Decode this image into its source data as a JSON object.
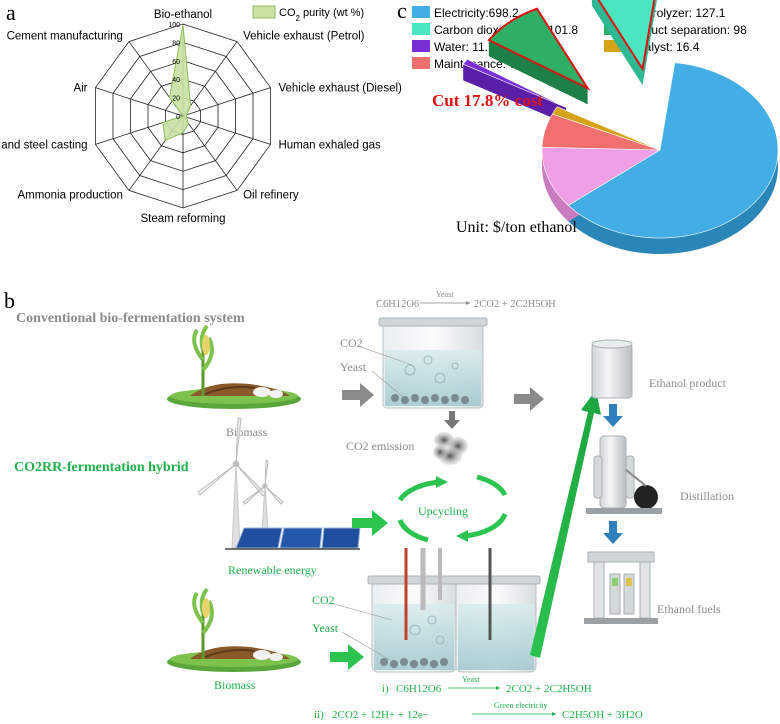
{
  "panel_a": {
    "letter": "a",
    "legend": {
      "prefix": "CO",
      "sub": "2",
      "suffix": " purity (wt %)"
    },
    "axis_ticks": [
      "0",
      "20",
      "40",
      "60",
      "80",
      "100"
    ],
    "categories": [
      "Bio-ethanol",
      "Vehicle exhaust (Petrol)",
      "Vehicle exhaust (Diesel)",
      "Human exhaled gas",
      "Oil refinery",
      "Steam reforming",
      "Ammonia production",
      "Iron and steel casting",
      "Air",
      "Cement manufacturing"
    ],
    "values": [
      99,
      14,
      4,
      4,
      10,
      18,
      33,
      23,
      0.04,
      25
    ],
    "colors": {
      "fill": "#c8e2a4",
      "stroke": "#8cbf5a"
    }
  },
  "panel_c": {
    "letter": "c",
    "legend": [
      {
        "label": "Electricity:698.2",
        "color": "#43aee6"
      },
      {
        "label": "Electrolyzer: 127.1",
        "color": "#ef9fe6"
      },
      {
        "label": "Carbon dioxide feed: 101.8",
        "color": "#4ae6c0"
      },
      {
        "label": "Product separation: 98",
        "color": "#2daf66"
      },
      {
        "label": "Water: 11.7",
        "color": "#7a2fd6"
      },
      {
        "label": "Catalyst: 16.4",
        "color": "#d6a316"
      },
      {
        "label": "Maintenance: 69.8",
        "color": "#f07070"
      }
    ],
    "slices": [
      {
        "name": "Electricity",
        "value": 698.2,
        "color": "#43aee6",
        "side": "#2a86b8"
      },
      {
        "name": "Electrolyzer",
        "value": 127.1,
        "color": "#ef9fe6",
        "side": "#c97cc0"
      },
      {
        "name": "Maintenance",
        "value": 69.8,
        "color": "#f07070",
        "side": "#c75050"
      },
      {
        "name": "Catalyst",
        "value": 16.4,
        "color": "#d6a316",
        "side": "#a67c0c"
      },
      {
        "name": "Water",
        "value": 11.7,
        "color": "#7a2fd6",
        "side": "#5a1fa6"
      },
      {
        "name": "Product separation",
        "value": 98,
        "color": "#2daf66",
        "side": "#1d8048"
      },
      {
        "name": "Carbon dioxide feed",
        "value": 101.8,
        "color": "#4ae6c0",
        "side": "#2fb894"
      }
    ],
    "cut_label": "Cut 17.8% cost",
    "unit_label": "Unit: $/ton ethanol",
    "cut_color": "#e01010"
  },
  "panel_b": {
    "letter": "b",
    "conventional_title": "Conventional bio-fermentation system",
    "reaction_top": {
      "left": "C6H12O6",
      "catalyst": "Yeast",
      "right": "2CO2 + 2C2H5OH"
    },
    "co2_label": "CO2",
    "yeast_label": "Yeast",
    "biomass_label_top": "Biomass",
    "co2_emission_label": "CO2 emission",
    "hybrid_title": "CO2RR-fermentation hybrid",
    "upcycling_label": "Upcycling",
    "renewable_label": "Renewable energy",
    "co2_label_bottom": "CO2",
    "yeast_label_bottom": "Yeast",
    "biomass_label_bottom": "Biomass",
    "ethanol_product_label": "Ethanol product",
    "distillation_label": "Distillation",
    "ethanol_fuels_label": "Ethanol fuels",
    "reaction_i": {
      "index": "i)",
      "left": "C6H12O6",
      "catalyst": "Yeast",
      "right": "2CO2 + 2C2H5OH"
    },
    "reaction_ii": {
      "index": "ii)",
      "left": "2CO2 + 12H+ + 12e−",
      "catalyst": "Green electricity",
      "right": "C2H5OH + 3H2O"
    },
    "colors": {
      "green": "#1fb04a",
      "gray": "#8a8a8a",
      "blue": "#2f7fbd"
    }
  }
}
